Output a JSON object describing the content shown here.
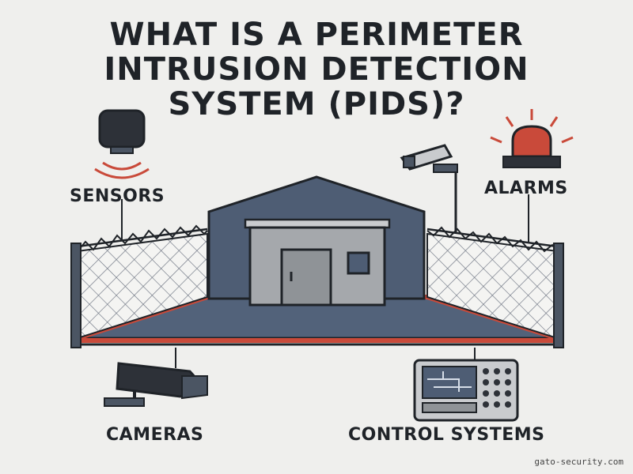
{
  "title": {
    "line1": "WHAT IS A PERIMETER",
    "line2": "INTRUSION DETECTION",
    "line3": "SYSTEM (PIDS)?"
  },
  "components": {
    "sensors": "SENSORS",
    "alarms": "ALARMS",
    "cameras": "CAMERAS",
    "control_systems": "CONTROL SYSTEMS"
  },
  "watermark": "gato-security.com",
  "colors": {
    "background": "#efefed",
    "outline": "#1f2328",
    "building_roof": "#4e5d74",
    "building_wall": "#a5a8ac",
    "ground": "#52627a",
    "perimeter_line": "#c94a3a",
    "alarm_red": "#c94a3a",
    "fence_mesh": "#6b7280"
  },
  "icons": {
    "sensor": "motion-sensor-icon",
    "alarm": "alarm-beacon-icon",
    "camera": "security-camera-icon",
    "control": "control-panel-icon"
  }
}
